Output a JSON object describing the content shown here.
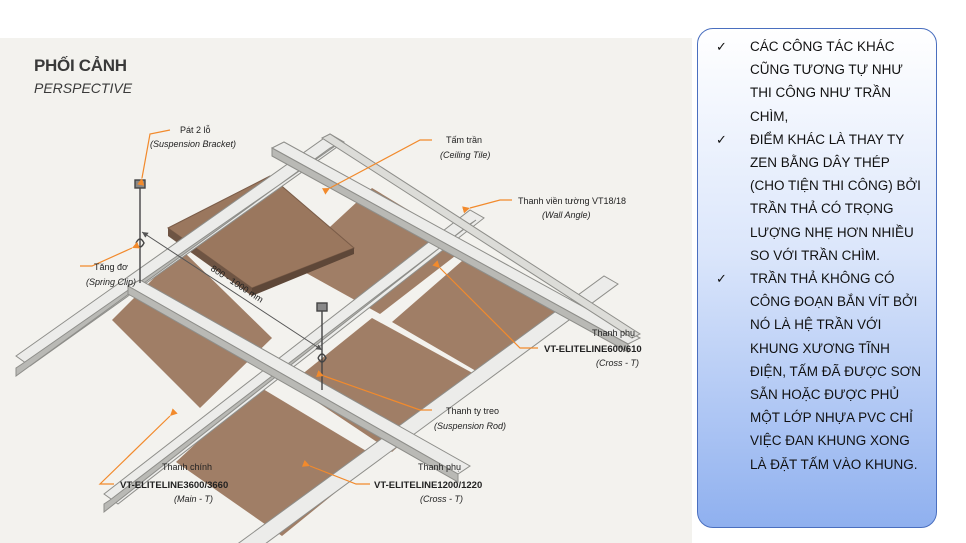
{
  "diagram": {
    "title": "PHỐI CẢNH",
    "subtitle": "PERSPECTIVE",
    "dimension": "800 - 1000 mm",
    "labels": {
      "bracket_vn": "Pát 2 lỗ",
      "bracket_en": "(Suspension Bracket)",
      "tile_vn": "Tấm trần",
      "tile_en": "(Ceiling Tile)",
      "wall_vn": "Thanh viền tường VT18/18",
      "wall_en": "(Wall Angle)",
      "clip_vn": "Tăng đơ",
      "clip_en": "(Spring Clip)",
      "cross1_vn": "Thanh phụ",
      "cross1_code": "VT-ELITELINE600/610",
      "cross1_en": "(Cross - T)",
      "rod_vn": "Thanh ty treo",
      "rod_en": "(Suspension Rod)",
      "main_vn": "Thanh chính",
      "main_code": "VT-ELITELINE3600/3660",
      "main_en": "(Main - T)",
      "cross2_vn": "Thanh phụ",
      "cross2_code": "VT-ELITELINE1200/1220",
      "cross2_en": "(Cross - T)"
    },
    "colors": {
      "tile": "#a07e66",
      "grid": "#ededea",
      "accent": "#f28a2c"
    }
  },
  "notes": {
    "items": [
      "CÁC CÔNG TÁC KHÁC CŨNG TƯƠNG TỰ NHƯ THI CÔNG NHƯ TRẦN CHÌM,",
      "ĐIỂM KHÁC LÀ THAY TY ZEN BẰNG DÂY THÉP (CHO TIỆN THI CÔNG) BỞI TRẦN THẢ CÓ TRỌNG LƯỢNG NHẸ HƠN NHIỀU SO VỚI TRẦN CHÌM.",
      "TRẦN THẢ KHÔNG CÓ CÔNG ĐOẠN BẮN VÍT BỞI NÓ LÀ HỆ TRẦN VỚI KHUNG XƯƠNG TĨNH ĐIỆN, TẤM ĐÃ ĐƯỢC SƠN SẴN HOẶC ĐƯỢC PHỦ MỘT LỚP NHỰA PVC CHỈ VIỆC ĐAN KHUNG XONG LÀ ĐẶT TẤM VÀO KHUNG."
    ]
  }
}
